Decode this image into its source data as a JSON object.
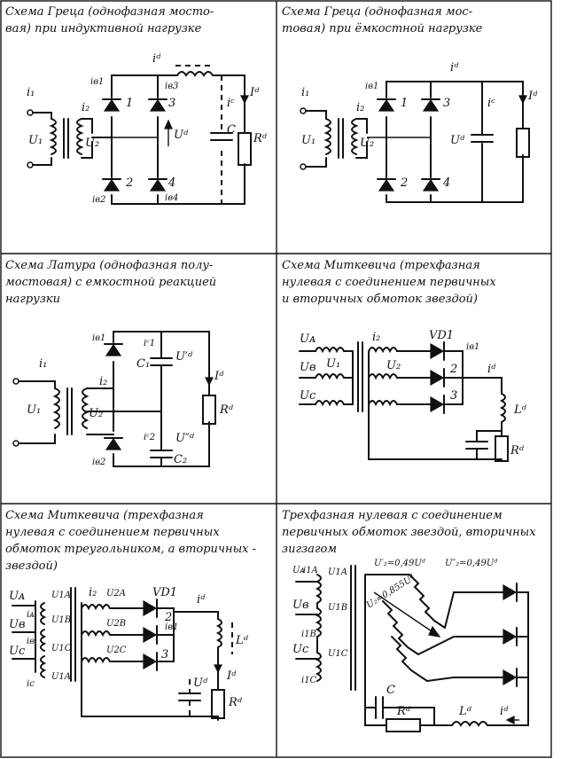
{
  "cells": [
    {
      "id": "graetz-inductive",
      "caption": [
        "Схема Греца (однофазная мосто-",
        "вая) при индуктивной нагрузке"
      ],
      "labels": {
        "i1": "i₁",
        "i2": "i₂",
        "U1": "U₁",
        "U2": "U₂",
        "id": "iᵈ",
        "Id": "Iᵈ",
        "Ud": "Uᵈ",
        "ib1": "iв1",
        "ib2": "iв2",
        "ib3": "iв3",
        "ib4": "iв4",
        "ic": "iᶜ",
        "C": "C",
        "Rd": "Rᵈ",
        "d1": "1",
        "d2": "2",
        "d3": "3",
        "d4": "4"
      }
    },
    {
      "id": "graetz-capacitive",
      "caption": [
        "Схема Греца (однофазная мос-",
        "товая) при ёмкостной нагрузке"
      ],
      "labels": {
        "i1": "i₁",
        "i2": "i₂",
        "U1": "U₁",
        "U2": "U₂",
        "id": "iᵈ",
        "Id": "Iᵈ",
        "Ud": "Uᵈ",
        "ib1": "iв1",
        "ic": "iᶜ",
        "d1": "1",
        "d2": "2",
        "d3": "3",
        "d4": "4"
      }
    },
    {
      "id": "latour",
      "caption": [
        "Схема Латура (однофазная полу-",
        "мостовая) с емкостной реакцией",
        "нагрузки"
      ],
      "labels": {
        "i1": "i₁",
        "i2": "i₂",
        "U1": "U₁",
        "U2": "U₂",
        "ib1": "iв1",
        "ib2": "iв2",
        "ic1": "iᶜ1",
        "ic2": "iᶜ2",
        "C1": "C₁",
        "C2": "C₂",
        "Ud1": "U′ᵈ",
        "Ud2": "U″ᵈ",
        "Id": "Iᵈ",
        "Rd": "Rᵈ"
      }
    },
    {
      "id": "mitkevich-star",
      "caption": [
        "Схема Миткевича (трехфазная",
        "нулевая с соединением первичных",
        "и вторичных обмоток звездой)"
      ],
      "labels": {
        "UA": "Uᴀ",
        "UB": "Uв",
        "UC": "Uc",
        "U1": "U₁",
        "U2": "U₂",
        "i2": "i₂",
        "VD1": "VD1",
        "ib1": "iв1",
        "d2": "2",
        "d3": "3",
        "id": "iᵈ",
        "Ld": "Lᵈ",
        "Rd": "Rᵈ"
      }
    },
    {
      "id": "mitkevich-delta",
      "caption": [
        "Схема Миткевича (трехфазная",
        "нулевая с соединением первичных",
        "обмоток треугольником, а вторичных -",
        "звездой)"
      ],
      "labels": {
        "UA": "Uᴀ",
        "UB": "Uв",
        "UC": "Uc",
        "iA": "iᴀ",
        "iB": "iв",
        "iC": "ic",
        "U1A": "U1A",
        "U1B": "U1B",
        "U1C": "U1C",
        "U1A2": "U1A",
        "U2A": "U2A",
        "U2B": "U2B",
        "U2C": "U2C",
        "i2": "i₂",
        "VD1": "VD1",
        "id": "iᵈ",
        "ib1": "iв1",
        "d2": "2",
        "d3": "3",
        "Ld": "Lᵈ",
        "Id": "Iᵈ",
        "Ud": "Uᵈ",
        "Rd": "Rᵈ"
      }
    },
    {
      "id": "zigzag",
      "caption": [
        "Трехфазная нулевая с соединением",
        "первичных обмоток звездой, вторичных",
        "зигзагом"
      ],
      "labels": {
        "UA": "Uᴀ",
        "UB": "Uв",
        "UC": "Uc",
        "i1A": "i1A",
        "i1B": "i1B",
        "i1C": "i1C",
        "U1A": "U1A",
        "U1B": "U1B",
        "U1C": "U1C",
        "U2p": "U′₂=0,49Uᵈ",
        "U2pp": "U″₂=0,49Uᵈ",
        "U2": "U₂=0,855Uᵈ",
        "C": "C",
        "Rd": "Rᵈ",
        "Ld": "Lᵈ",
        "id": "iᵈ"
      }
    }
  ]
}
